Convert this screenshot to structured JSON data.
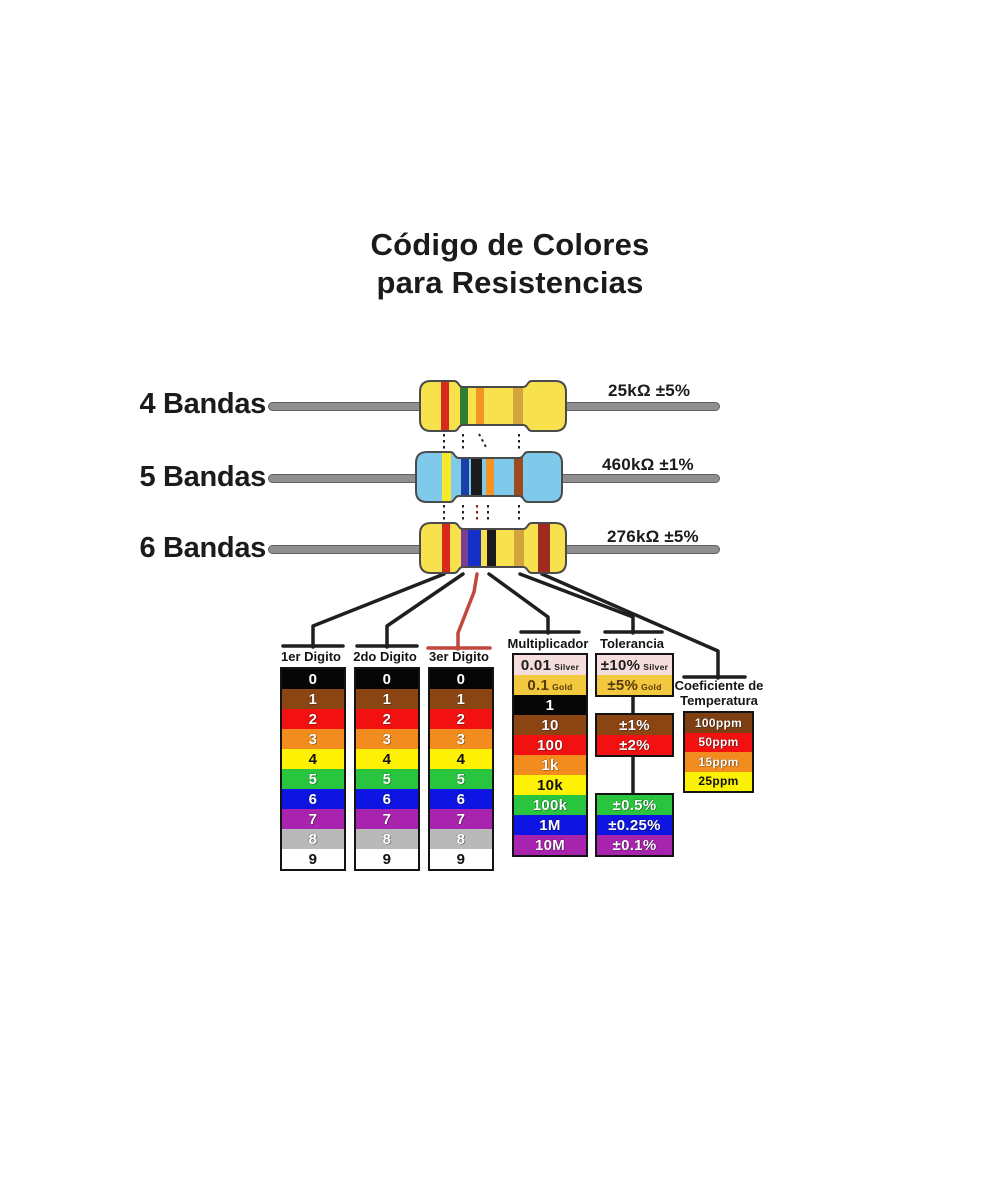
{
  "title": {
    "line1": "Código de Colores",
    "line2": "para Resistencias"
  },
  "resistors": [
    {
      "label": "4 Bandas",
      "value": "25kΩ ±5%",
      "body_color": "#F7E14D",
      "bands": [
        {
          "name": "red",
          "color": "#D7281E"
        },
        {
          "name": "green",
          "color": "#2E7D32"
        },
        {
          "name": "orange",
          "color": "#F29422"
        },
        {
          "name": "gold",
          "color": "#D4A43C"
        }
      ]
    },
    {
      "label": "5 Bandas",
      "value": "460kΩ ±1%",
      "body_color": "#7FC9EA",
      "bands": [
        {
          "name": "yellow",
          "color": "#F7E829"
        },
        {
          "name": "blue",
          "color": "#1B3FA8"
        },
        {
          "name": "black",
          "color": "#1B1B1B"
        },
        {
          "name": "orange",
          "color": "#F29422"
        },
        {
          "name": "brown",
          "color": "#9C4B1E"
        }
      ]
    },
    {
      "label": "6 Bandas",
      "value": "276kΩ ±5%",
      "body_color": "#F7E14D",
      "bands": [
        {
          "name": "red",
          "color": "#D7281E"
        },
        {
          "name": "violet",
          "color": "#7A3F92"
        },
        {
          "name": "blue",
          "color": "#1430C8"
        },
        {
          "name": "black",
          "color": "#1B1B1B"
        },
        {
          "name": "gold",
          "color": "#D4A43C"
        },
        {
          "name": "dark-red",
          "color": "#9E2B1E"
        }
      ]
    }
  ],
  "digit_table": {
    "headers": [
      "1er Digito",
      "2do Digito",
      "3er Digito"
    ],
    "rows": [
      {
        "label": "0",
        "bg": "#060606",
        "fg": "#FFFFFF"
      },
      {
        "label": "1",
        "bg": "#8B4513",
        "fg": "#FFFFFF"
      },
      {
        "label": "2",
        "bg": "#F21010",
        "fg": "#FFFFFF"
      },
      {
        "label": "3",
        "bg": "#F28C1E",
        "fg": "#FFFFFF"
      },
      {
        "label": "4",
        "bg": "#FFF103",
        "fg": "#111111"
      },
      {
        "label": "5",
        "bg": "#29C53E",
        "fg": "#FFFFFF"
      },
      {
        "label": "6",
        "bg": "#0E15E3",
        "fg": "#FFFFFF"
      },
      {
        "label": "7",
        "bg": "#A824AE",
        "fg": "#FFFFFF"
      },
      {
        "label": "8",
        "bg": "#B9B9B9",
        "fg": "#FFFFFF"
      },
      {
        "label": "9",
        "bg": "#FFFFFF",
        "fg": "#111111"
      }
    ]
  },
  "multiplier": {
    "header": "Multiplicador",
    "rows": [
      {
        "label": "0.01",
        "suffix": "Silver",
        "bg": "#F6DDDD",
        "fg": "#1c1c1c"
      },
      {
        "label": "0.1",
        "suffix": "Gold",
        "bg": "#F2C83E",
        "fg": "#56390A"
      },
      {
        "label": "1",
        "suffix": "",
        "bg": "#060606",
        "fg": "#FFFFFF"
      },
      {
        "label": "10",
        "suffix": "",
        "bg": "#8B4513",
        "fg": "#FFFFFF"
      },
      {
        "label": "100",
        "suffix": "",
        "bg": "#F21010",
        "fg": "#FFFFFF"
      },
      {
        "label": "1k",
        "suffix": "",
        "bg": "#F28C1E",
        "fg": "#FFFFFF"
      },
      {
        "label": "10k",
        "suffix": "",
        "bg": "#FFF103",
        "fg": "#111111"
      },
      {
        "label": "100k",
        "suffix": "",
        "bg": "#29C53E",
        "fg": "#FFFFFF"
      },
      {
        "label": "1M",
        "suffix": "",
        "bg": "#0E15E3",
        "fg": "#FFFFFF"
      },
      {
        "label": "10M",
        "suffix": "",
        "bg": "#A824AE",
        "fg": "#FFFFFF"
      }
    ]
  },
  "tolerance": {
    "header": "Tolerancia",
    "groups": [
      [
        {
          "label": "±10%",
          "suffix": "Silver",
          "bg": "#F6DDDD",
          "fg": "#1c1c1c"
        },
        {
          "label": "±5%",
          "suffix": "Gold",
          "bg": "#F2C83E",
          "fg": "#56390A"
        }
      ],
      [
        {
          "label": "±1%",
          "suffix": "",
          "bg": "#8B4513",
          "fg": "#FFFFFF"
        },
        {
          "label": "±2%",
          "suffix": "",
          "bg": "#F21010",
          "fg": "#FFFFFF"
        }
      ],
      [
        {
          "label": "±0.5%",
          "suffix": "",
          "bg": "#29C53E",
          "fg": "#FFFFFF"
        },
        {
          "label": "±0.25%",
          "suffix": "",
          "bg": "#0E15E3",
          "fg": "#FFFFFF"
        },
        {
          "label": "±0.1%",
          "suffix": "",
          "bg": "#A824AE",
          "fg": "#FFFFFF"
        }
      ]
    ]
  },
  "tempco": {
    "header_line1": "Coeficiente de",
    "header_line2": "Temperatura",
    "rows": [
      {
        "label": "100ppm",
        "bg": "#7E4012",
        "fg": "#FFFFFF"
      },
      {
        "label": "50ppm",
        "bg": "#F21010",
        "fg": "#FFFFFF"
      },
      {
        "label": "15ppm",
        "bg": "#F28C1E",
        "fg": "#FFFFFF"
      },
      {
        "label": "25ppm",
        "bg": "#FAF104",
        "fg": "#111111"
      }
    ]
  }
}
